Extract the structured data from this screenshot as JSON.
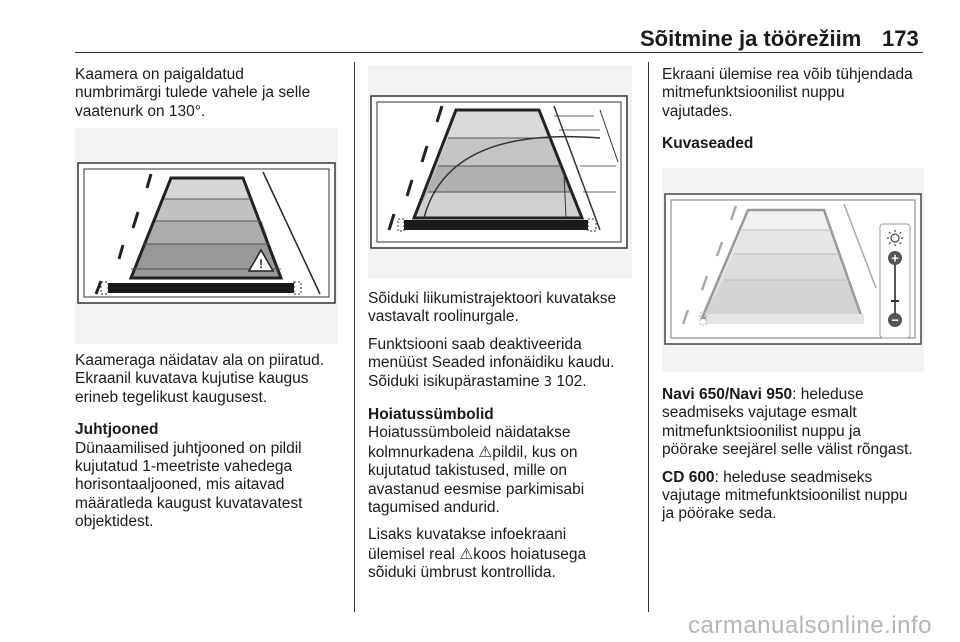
{
  "header": {
    "title": "Sõitmine ja töörežiim",
    "page_number": "173"
  },
  "col1": {
    "intro_line1": "Kaamera on paigaldatud",
    "intro_line2": "numbrimärgi tulede vahele ja selle",
    "intro_line3": "vaatenurk on 130°.",
    "after1": "Kaameraga näidatav ala on piiratud.",
    "after2": "Ekraanil kuvatava kujutise kaugus",
    "after3": "erineb tegelikust kaugusest.",
    "guidelines_heading": "Juhtjooned",
    "g1": "Dünaamilised juhtjooned on pildil",
    "g2": "kujutatud 1-meetriste vahedega",
    "g3": "horisontaaljooned, mis aitavad",
    "g4": "määratleda kaugust kuvatavatest",
    "g5": "objektidest."
  },
  "col2": {
    "t1": "Sõiduki liikumistrajektoori kuvatakse",
    "t2": "vastavalt roolinurgale.",
    "f1": "Funktsiooni saab deaktiveerida",
    "f2": "menüüst Seaded infonäidiku kaudu.",
    "f3": "Sõiduki isikupärastamine",
    "f3_arrow": "3",
    "f3_page": "102.",
    "warning_heading": "Hoiatussümbolid",
    "w1": "Hoiatussümboleid näidatakse",
    "w2a": "kolmnurkadena",
    "w2_icon": "⚠",
    "w2b": "pildil, kus on",
    "w3": "kujutatud takistused, mille on",
    "w4": "avastanud eesmise parkimisabi",
    "w5": "tagumised andurid.",
    "l1": "Lisaks kuvatakse infoekraani",
    "l2a": "ülemisel real",
    "l2_icon": "⚠",
    "l2b": "koos hoiatusega",
    "l3": "sõiduki ümbrust kontrollida."
  },
  "col3": {
    "e1": "Ekraani ülemise rea võib tühjendada",
    "e2": "mitmefunktsioonilist nuppu",
    "e3": "vajutades.",
    "display_heading": "Kuvaseaded",
    "navi_label": "Navi 650/Navi 950",
    "navi1": ": heleduse",
    "navi2": "seadmiseks vajutage esmalt",
    "navi3": "mitmefunktsioonilist nuppu ja",
    "navi4": "pöörake seejärel selle välist rõngast.",
    "cd_label": "CD 600",
    "cd1": ": heleduse seadmiseks",
    "cd2": "vajutage mitmefunktsioonilist nuppu",
    "cd3": "ja pöörake seda."
  },
  "figures": {
    "warning_symbol": "!",
    "brightness_plus": "+",
    "brightness_minus": "−"
  },
  "footer": {
    "watermark": "carmanualsonline.info"
  }
}
